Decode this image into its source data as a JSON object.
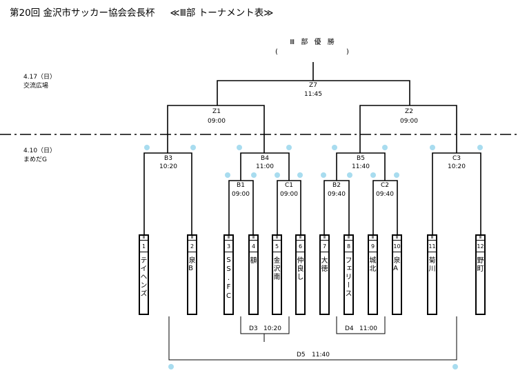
{
  "title": {
    "main": "第20回 金沢市サッカー協会会長杯",
    "sub": "≪Ⅲ部 トーナメント表≫"
  },
  "champion": {
    "label": "Ⅲ 部 優 勝",
    "paren_open": "(",
    "paren_close": ")"
  },
  "dates": {
    "final_date": "4.17（日）",
    "final_venue": "交流広場",
    "early_date": "4.10（日）",
    "early_venue": "まめだG"
  },
  "matches": {
    "Z7": {
      "id": "Z7",
      "time": "11:45"
    },
    "Z1": {
      "id": "Z1",
      "time": "09:00"
    },
    "Z2": {
      "id": "Z2",
      "time": "09:00"
    },
    "B3": {
      "id": "B3",
      "time": "10:20"
    },
    "B4": {
      "id": "B4",
      "time": "11:00"
    },
    "B5": {
      "id": "B5",
      "time": "11:40"
    },
    "C3": {
      "id": "C3",
      "time": "10:20"
    },
    "B1": {
      "id": "B1",
      "time": "09:00"
    },
    "C1": {
      "id": "C1",
      "time": "09:00"
    },
    "B2": {
      "id": "B2",
      "time": "09:40"
    },
    "C2": {
      "id": "C2",
      "time": "09:40"
    },
    "D3": {
      "id": "D3",
      "time": "10:20"
    },
    "D4": {
      "id": "D4",
      "time": "11:00"
    },
    "D5": {
      "id": "D5",
      "time": "11:40"
    }
  },
  "teams": [
    {
      "division": "Ⅲ",
      "number": "1",
      "name": "テイヘンズ"
    },
    {
      "division": "Ⅲ",
      "number": "2",
      "name": "泉B"
    },
    {
      "division": "Ⅲ",
      "number": "3",
      "name": "SS.FC"
    },
    {
      "division": "Ⅲ",
      "number": "4",
      "name": "額"
    },
    {
      "division": "Ⅲ",
      "number": "5",
      "name": "金沢南"
    },
    {
      "division": "Ⅲ",
      "number": "6",
      "name": "仲良し"
    },
    {
      "division": "Ⅲ",
      "number": "7",
      "name": "大徳"
    },
    {
      "division": "Ⅲ",
      "number": "8",
      "name": "フェリース"
    },
    {
      "division": "Ⅲ",
      "number": "9",
      "name": "城北"
    },
    {
      "division": "Ⅲ",
      "number": "10",
      "name": "泉A"
    },
    {
      "division": "Ⅲ",
      "number": "11",
      "name": "菊川"
    },
    {
      "division": "Ⅲ",
      "number": "12",
      "name": "野町"
    }
  ],
  "colors": {
    "line": "#000000",
    "dot": "#a8dcef"
  }
}
